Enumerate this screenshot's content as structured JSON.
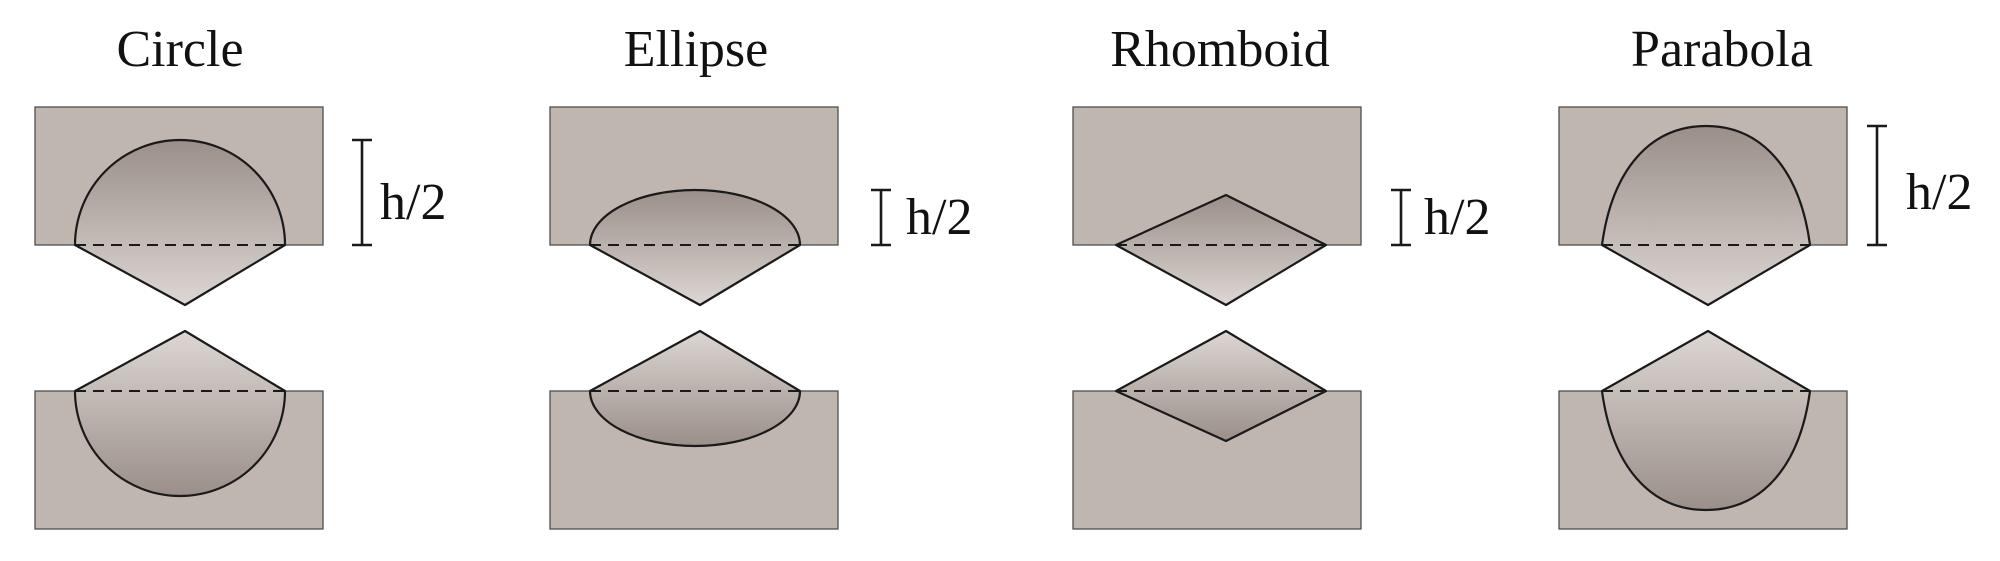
{
  "panels": [
    {
      "title": "Circle",
      "dimension_label": "h/2"
    },
    {
      "title": "Ellipse",
      "dimension_label": "h/2"
    },
    {
      "title": "Rhomboid",
      "dimension_label": "h/2"
    },
    {
      "title": "Parabola",
      "dimension_label": "h/2"
    }
  ],
  "colors": {
    "plate_fill": "#c0b6b0",
    "shape_dark": "#9a8f89",
    "shape_light": "#ddd6d2",
    "line": "#1a1a1a"
  }
}
